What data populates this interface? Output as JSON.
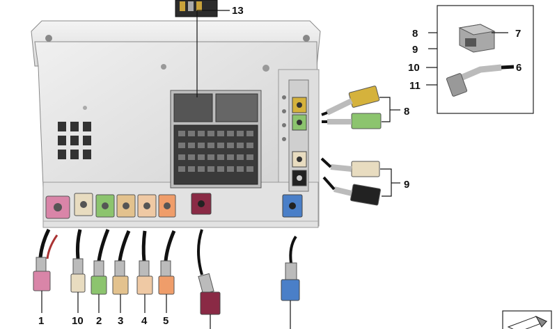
{
  "diagram": {
    "callouts": {
      "c13": "13",
      "c8_inset": "8",
      "c9_inset": "9",
      "c10_inset": "10",
      "c11_inset": "11",
      "c7": "7",
      "c6": "6",
      "c8_right": "8",
      "c9_right": "9",
      "b1": "1",
      "b10": "10",
      "b2": "2",
      "b3": "3",
      "b4": "4",
      "b5": "5"
    },
    "connector_colors": {
      "pink": "#d985a8",
      "beige": "#e8dcc0",
      "green": "#8cc46e",
      "tan": "#e3c28e",
      "peach": "#efc9a4",
      "orange": "#ef9d6a",
      "bordeaux": "#8a2a45",
      "blue": "#4a7fc8",
      "curry": "#d5b23c",
      "grey": "#9a9a9a",
      "black": "#222222"
    }
  }
}
